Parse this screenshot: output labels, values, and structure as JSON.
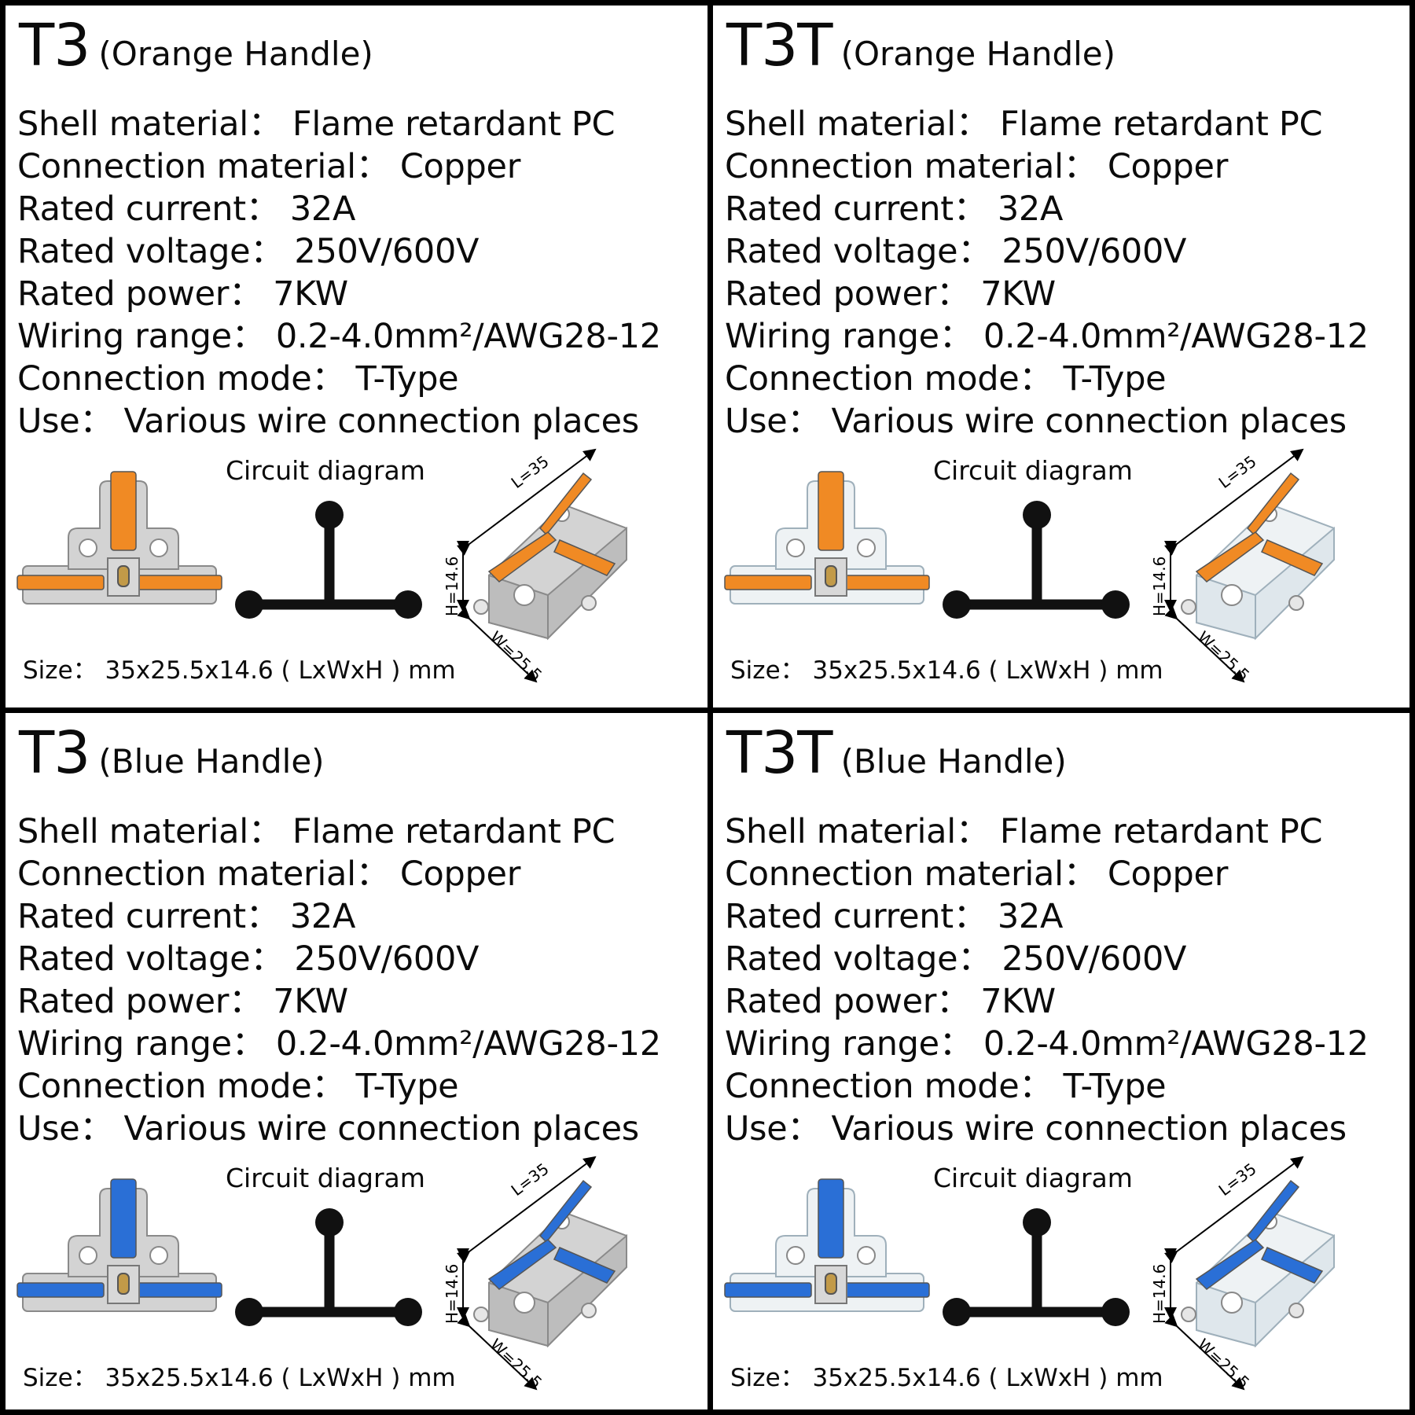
{
  "panels": [
    {
      "model": "T3",
      "handle": "(Orange Handle)",
      "handle_color": "#f08a24",
      "shell_style": "grey",
      "specs": [
        "Shell material： Flame retardant PC",
        "Connection material： Copper",
        "Rated current： 32A",
        "Rated voltage： 250V/600V",
        "Rated power： 7KW",
        "Wiring range： 0.2-4.0mm²/AWG28-12",
        "Connection mode： T-Type",
        "Use： Various wire connection places"
      ],
      "circuit_label": "Circuit diagram",
      "size": "Size： 35x25.5x14.6 ( LxWxH ) mm",
      "dims": {
        "l": "L=35",
        "h": "H=14.6",
        "w": "W=25.5"
      }
    },
    {
      "model": "T3T",
      "handle": "(Orange Handle)",
      "handle_color": "#f08a24",
      "shell_style": "clear",
      "specs": [
        "Shell material： Flame retardant PC",
        "Connection material： Copper",
        "Rated current： 32A",
        "Rated voltage： 250V/600V",
        "Rated power： 7KW",
        "Wiring range： 0.2-4.0mm²/AWG28-12",
        "Connection mode： T-Type",
        "Use： Various wire connection places"
      ],
      "circuit_label": "Circuit diagram",
      "size": "Size： 35x25.5x14.6 ( LxWxH ) mm",
      "dims": {
        "l": "L=35",
        "h": "H=14.6",
        "w": "W=25.5"
      }
    },
    {
      "model": "T3",
      "handle": "(Blue Handle)",
      "handle_color": "#2a6fd6",
      "shell_style": "grey",
      "specs": [
        "Shell material： Flame retardant PC",
        "Connection material： Copper",
        "Rated current： 32A",
        "Rated voltage： 250V/600V",
        "Rated power： 7KW",
        "Wiring range： 0.2-4.0mm²/AWG28-12",
        "Connection mode： T-Type",
        "Use： Various wire connection places"
      ],
      "circuit_label": "Circuit diagram",
      "size": "Size： 35x25.5x14.6 ( LxWxH ) mm",
      "dims": {
        "l": "L=35",
        "h": "H=14.6",
        "w": "W=25.5"
      }
    },
    {
      "model": "T3T",
      "handle": "(Blue Handle)",
      "handle_color": "#2a6fd6",
      "shell_style": "clear",
      "specs": [
        "Shell material： Flame retardant PC",
        "Connection material： Copper",
        "Rated current： 32A",
        "Rated voltage： 250V/600V",
        "Rated power： 7KW",
        "Wiring range： 0.2-4.0mm²/AWG28-12",
        "Connection mode： T-Type",
        "Use： Various wire connection places"
      ],
      "circuit_label": "Circuit diagram",
      "size": "Size： 35x25.5x14.6 ( LxWxH ) mm",
      "dims": {
        "l": "L=35",
        "h": "H=14.6",
        "w": "W=25.5"
      }
    }
  ]
}
